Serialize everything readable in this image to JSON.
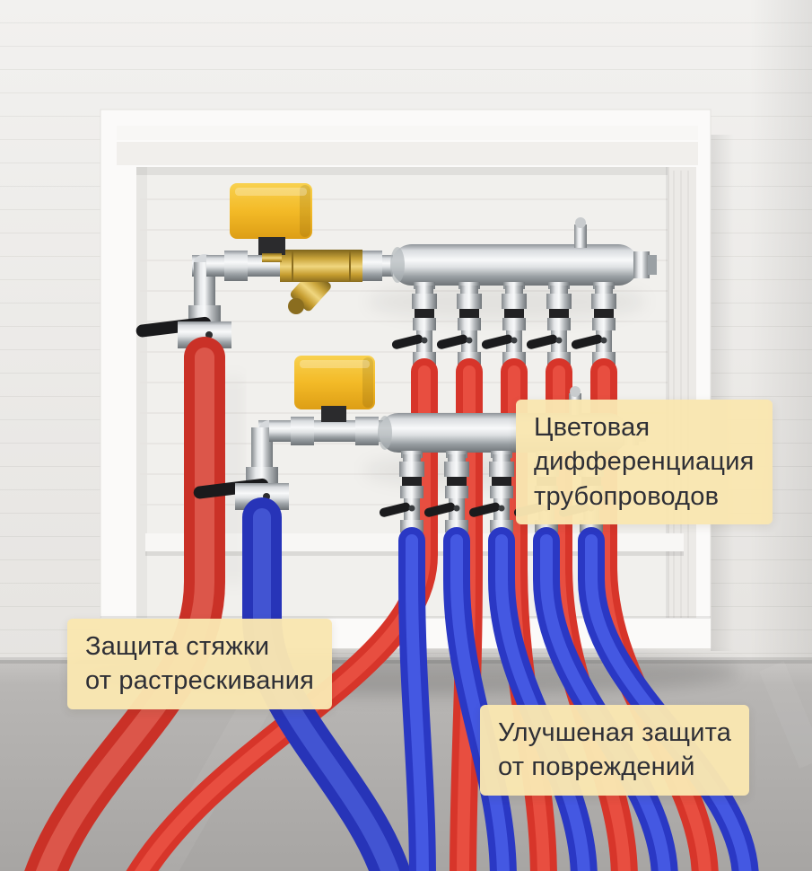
{
  "labels": {
    "color_differentiation": "Цветовая\nдифференциация\nтрубопроводов",
    "screed_protection": "Защита стяжки\nот растрескивания",
    "damage_protection": "Улучшеная защита\nот повреждений"
  },
  "colors": {
    "hot_pipe_red": "#d7352a",
    "cold_pipe_blue": "#2a38c4",
    "actuator_yellow": "#f2ba27",
    "brass": "#caa53b",
    "chrome": "#d9dcdf",
    "label_background": "#f8e5ae",
    "label_text": "#2e2f36",
    "wall": "#edecea",
    "floor": "#b0aeac",
    "cabinet_white": "#fbfaf9"
  }
}
